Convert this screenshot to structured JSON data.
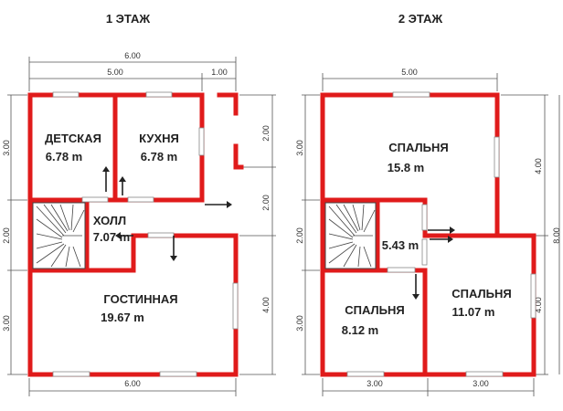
{
  "floor1": {
    "title": "1 ЭТАЖ",
    "rooms": {
      "detskaya": {
        "name": "ДЕТСКАЯ",
        "area": "6.78 m"
      },
      "kukhnya": {
        "name": "КУХНЯ",
        "area": "6.78 m"
      },
      "kholl": {
        "name": "ХОЛЛ",
        "area": "7.07 m"
      },
      "gostinnaya": {
        "name": "ГОСТИННАЯ",
        "area": "19.67 m"
      }
    },
    "dims": {
      "top_total": "6.00",
      "top_main": "5.00",
      "top_extra": "1.00",
      "bottom": "6.00",
      "left_top": "3.00",
      "left_mid": "2.00",
      "left_bottom": "3.00",
      "right_upper": "2.00",
      "right_mid": "2.00",
      "right_lower": "4.00"
    }
  },
  "floor2": {
    "title": "2 ЭТАЖ",
    "rooms": {
      "spalnya_top": {
        "name": "СПАЛЬНЯ",
        "area": "15.8 m"
      },
      "hall": {
        "area": "5.43 m"
      },
      "spalnya_left": {
        "name": "СПАЛЬНЯ",
        "area": "8.12 m"
      },
      "spalnya_right": {
        "name": "СПАЛЬНЯ",
        "area": "11.07 m"
      }
    },
    "dims": {
      "top": "5.00",
      "bottom_left": "3.00",
      "bottom_right": "3.00",
      "left_top": "3.00",
      "left_mid": "2.00",
      "left_bottom": "3.00",
      "right_upper": "4.00",
      "right_total": "8.00",
      "right_lower": "4.00"
    }
  },
  "colors": {
    "wall": "#e01b1b",
    "text": "#222222",
    "dimension": "#555555"
  }
}
